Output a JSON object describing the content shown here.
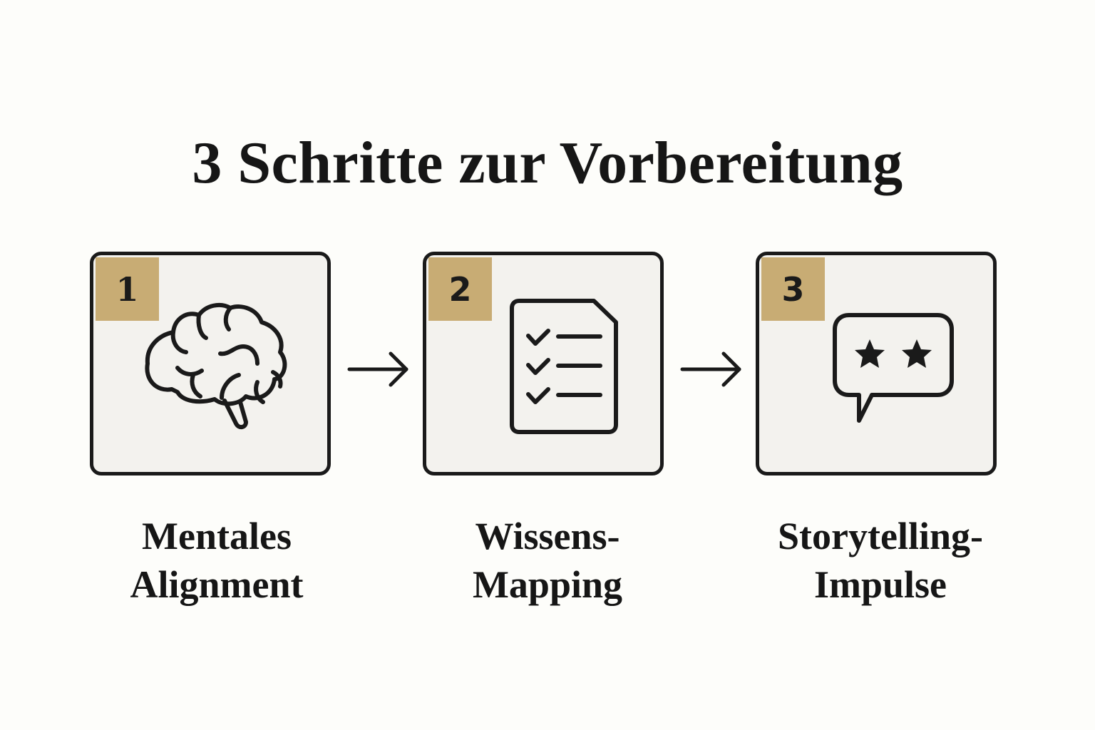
{
  "title": "3 Schritte zur Vorbereitung",
  "colors": {
    "background": "#fdfdfa",
    "card_fill": "#f3f2ee",
    "card_border": "#1a1a1a",
    "badge_fill": "#c8ac74",
    "text": "#161616"
  },
  "steps": [
    {
      "number": "1",
      "icon": "brain-icon",
      "label_line1": "Mentales",
      "label_line2": "Alignment"
    },
    {
      "number": "2",
      "icon": "checklist-document-icon",
      "label_line1": "Wissens-",
      "label_line2": "Mapping"
    },
    {
      "number": "3",
      "icon": "speech-bubble-stars-icon",
      "label_line1": "Storytelling-",
      "label_line2": "Impulse"
    }
  ],
  "connectors": [
    {
      "from": "1",
      "to": "2",
      "icon": "arrow-right-icon"
    },
    {
      "from": "2",
      "to": "3",
      "icon": "arrow-right-icon"
    }
  ]
}
